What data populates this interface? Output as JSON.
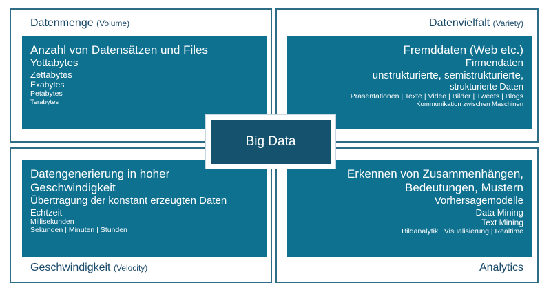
{
  "center": {
    "label": "Big Data"
  },
  "volume": {
    "title": "Datenmenge",
    "title_sub": "(Volume)",
    "lines": [
      "Anzahl von Datensätzen und Files",
      "Yottabytes",
      "Zettabytes",
      "Exabytes",
      "Petabytes",
      "Terabytes"
    ]
  },
  "variety": {
    "title": "Datenvielfalt",
    "title_sub": "(Variety)",
    "lines": [
      "Fremddaten (Web etc.)",
      "Firmendaten",
      "unstrukturierte, semistrukturierte,",
      "strukturierte Daten",
      "Präsentationen | Texte | Video | Bilder | Tweets | Blogs",
      "Kommunikation zwischen Maschinen"
    ]
  },
  "velocity": {
    "title": "Geschwindigkeit",
    "title_sub": "(Velocity)",
    "lines": [
      "Datengenerierung in hoher",
      "Geschwindigkeit",
      "Übertragung der konstant erzeugten Daten",
      "Echtzeit",
      "Millisekunden",
      "Sekunden | Minuten | Stunden"
    ]
  },
  "analytics": {
    "title": "Analytics",
    "lines": [
      "Erkennen von Zusammenhängen,",
      "Bedeutungen, Mustern",
      "Vorhersagemodelle",
      "Data Mining",
      "Text Mining",
      "Bildanalytik | Visualisierung | Realtime"
    ]
  }
}
